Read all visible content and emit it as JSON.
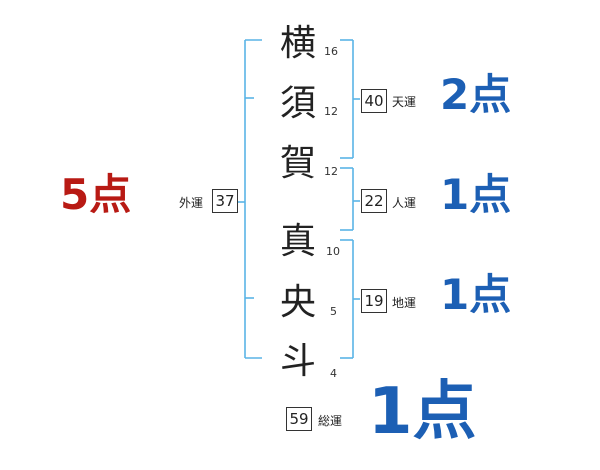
{
  "surname": [
    {
      "char": "横",
      "strokes": "16"
    },
    {
      "char": "須",
      "strokes": "12"
    },
    {
      "char": "賀",
      "strokes": "12"
    }
  ],
  "given_name": [
    {
      "char": "真",
      "strokes": "10"
    },
    {
      "char": "央",
      "strokes": "5"
    },
    {
      "char": "斗",
      "strokes": "4"
    }
  ],
  "fortunes": {
    "tenun": {
      "label": "天運",
      "value": "40",
      "score": "2点"
    },
    "jinun": {
      "label": "人運",
      "value": "22",
      "score": "1点"
    },
    "chiun": {
      "label": "地運",
      "value": "19",
      "score": "1点"
    },
    "gaiun": {
      "label": "外運",
      "value": "37",
      "score": "5点"
    },
    "souun": {
      "label": "総運",
      "value": "59",
      "score": "1点"
    }
  },
  "colors": {
    "bracket": "#5ab4e6",
    "score_blue": "#1c5fb4",
    "score_red": "#b81a14"
  }
}
